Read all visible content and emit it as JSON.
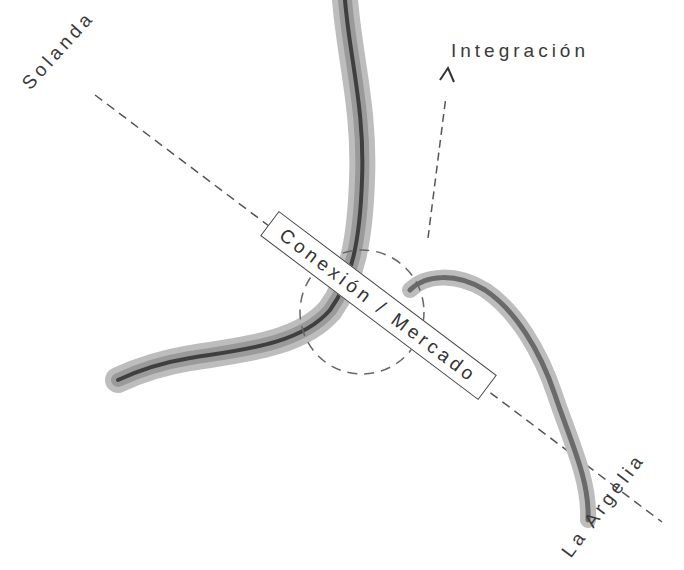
{
  "diagram": {
    "nodes": [
      {
        "text": [
          "Conexión / Mercado"
        ]
      }
    ],
    "labels": [
      "Solanda",
      "Integración",
      "La Argelia"
    ]
  }
}
